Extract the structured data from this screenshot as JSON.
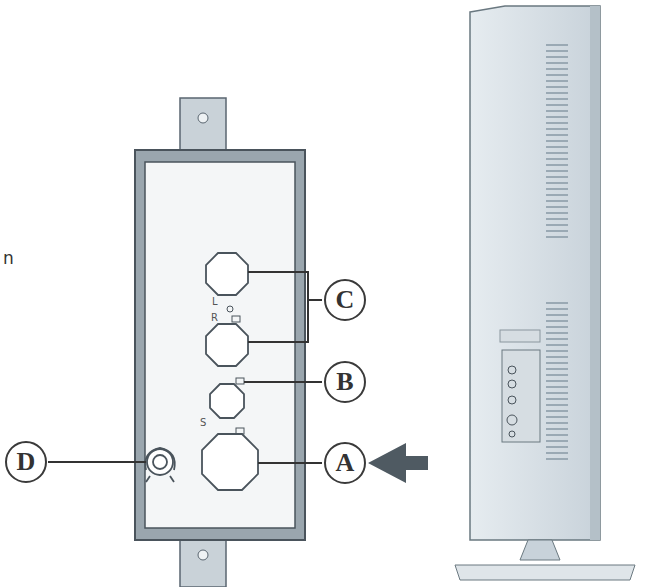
{
  "diagram": {
    "nodes": [
      {
        "text": [
          "C"
        ]
      },
      {
        "text": [
          "B"
        ]
      },
      {
        "text": [
          "D"
        ]
      },
      {
        "text": [
          "A"
        ]
      }
    ],
    "labels": [
      "n",
      "L",
      "R",
      "S"
    ]
  }
}
